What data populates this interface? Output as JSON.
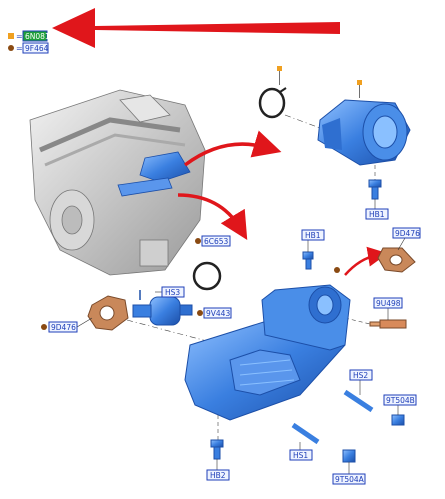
{
  "legend": {
    "items": [
      {
        "marker_color": "#f0a020",
        "code": "6N081",
        "box_fill": "#1e9e3a",
        "text_color": "#ffffff"
      },
      {
        "marker_color": "#8a4a12",
        "code": "9F464",
        "box_fill": "#eef3ff",
        "text_color": "#1f3fb8"
      }
    ],
    "prefix": "="
  },
  "callouts": {
    "hb1": "HB1",
    "hb2": "HB2",
    "hs1": "HS1",
    "hs2": "HS2",
    "hs3": "HS3",
    "c6c653": "6C653",
    "c9v443": "9V443",
    "c9d476_left": "9D476",
    "c9d476_right": "9D476",
    "c9u498": "9U498",
    "c9t504b": "9T504B",
    "c9t504a": "9T504A"
  },
  "colors": {
    "part_blue": "#3a7fe0",
    "arrow_red": "#e0161b",
    "label_border": "#1f3fb8",
    "label_fill": "#eef3ff",
    "gasket": "#c9885a"
  },
  "icons": [
    "engine-illustration",
    "egr-valve",
    "egr-cooler",
    "temperature-sensor",
    "bolt",
    "clamp",
    "gasket"
  ]
}
